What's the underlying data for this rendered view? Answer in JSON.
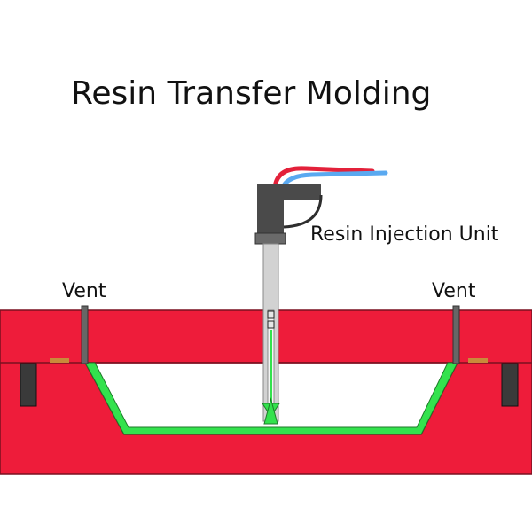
{
  "title": "Resin Transfer Molding",
  "labels": {
    "injection_unit": "Resin Injection Unit",
    "vent_left": "Vent",
    "vent_right": "Vent"
  },
  "colors": {
    "mold": "#ee1c3a",
    "mold_edge": "#7a1020",
    "resin": "#33e24d",
    "resin_edge": "#1f7a2a",
    "hose_red": "#e3213a",
    "hose_blue": "#5aa9f0",
    "unit_dark": "#4a4a4a",
    "pipe": "#d2d2d2",
    "vent_tube": "#666666",
    "clamp": "#3a3a3a",
    "seal": "#c98a3a"
  }
}
